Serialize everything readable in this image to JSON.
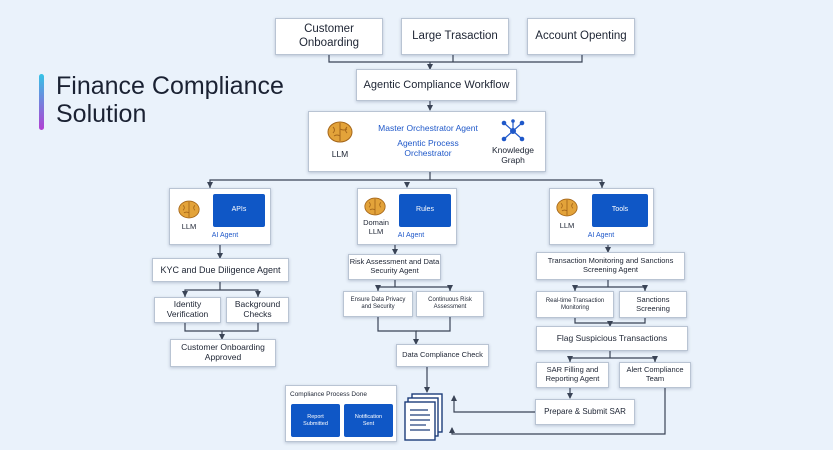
{
  "title": {
    "line1": "Finance Compliance",
    "line2": "Solution"
  },
  "colors": {
    "background": "#eaf2fb",
    "accent": "#1f58c9",
    "blue_box": "#0f57c6",
    "title_bar_gradient": [
      "#35c3e6",
      "#b33fd3"
    ]
  },
  "triggers": [
    {
      "label": "Customer\nOnboarding"
    },
    {
      "label": "Large Trasaction"
    },
    {
      "label": "Account Openting"
    }
  ],
  "workflow": {
    "label": "Agentic Compliance Workflow"
  },
  "orchestrator": {
    "llm_icon": "brain-icon",
    "llm_label": "LLM",
    "title": "Master Orchestrator Agent",
    "subtitle": "Agentic Process\nOrchestrator",
    "kg_icon": "knowledge-graph-icon",
    "kg_label": "Knowledge\nGraph"
  },
  "agents": [
    {
      "llm_label": "LLM",
      "tool_label": "APIs",
      "agent_label": "AI Agent"
    },
    {
      "llm_label": "Domain\nLLM",
      "tool_label": "Rules",
      "agent_label": "AI Agent"
    },
    {
      "llm_label": "LLM",
      "tool_label": "Tools",
      "agent_label": "AI Agent"
    }
  ],
  "kyc": {
    "title": "KYC and Due Diligence Agent",
    "identity": "Identity\nVerification",
    "background": "Background\nChecks",
    "approved": "Customer Onboarding\nApproved"
  },
  "risk": {
    "title": "Risk Assessment and Data\nSecurity Agent",
    "privacy": "Ensure Data Privacy\nand Security",
    "continuous": "Continuous Risk\nAssessment",
    "data_check": "Data Compliance Check"
  },
  "tm": {
    "title": "Transaction Monitoring and Sanctions\nScreening Agent",
    "realtime": "Real-time Transaction\nMonitoring",
    "sanctions": "Sanctions\nScreening",
    "flag": "Flag Suspicious Transactions",
    "sar_filling": "SAR Filling and\nReporting Agent",
    "alert": "Alert Compliance\nTeam",
    "prepare": "Prepare & Submit SAR"
  },
  "done": {
    "title": "Compliance Process Done",
    "report": "Report\nSubmitted",
    "notification": "Notification\nSent"
  },
  "document_icon": "document-stack-icon"
}
